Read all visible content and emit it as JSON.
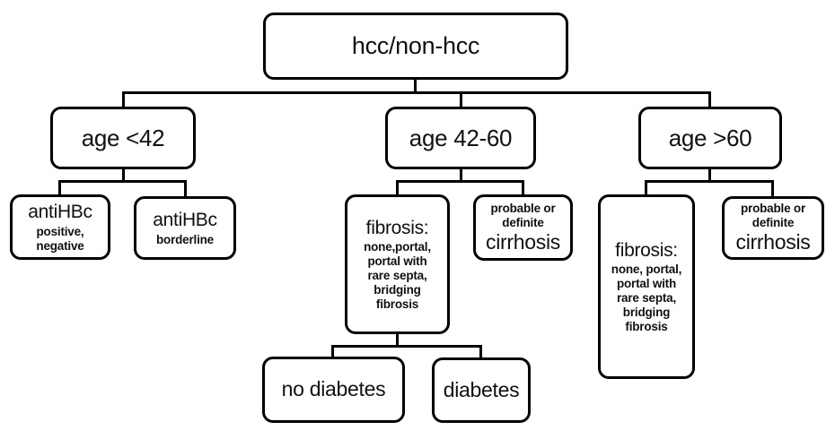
{
  "colors": {
    "border": "#000000",
    "background": "#ffffff",
    "text": "#111111"
  },
  "flowchart": {
    "root": {
      "label": "hcc/non-hcc"
    },
    "level1": [
      {
        "label": "age <42"
      },
      {
        "label": "age 42-60"
      },
      {
        "label": "age >60"
      }
    ],
    "level2": {
      "antihbc_pos_neg": {
        "title": "antiHBc",
        "detail": "positive,\nnegative"
      },
      "antihbc_borderline": {
        "title": "antiHBc",
        "detail": "borderline"
      },
      "fibrosis_mid": {
        "title": "fibrosis:",
        "detail": "none,portal,\nportal with\nrare septa,\nbridging\nfibrosis"
      },
      "cirrhosis_mid": {
        "pre": "probable or\ndefinite",
        "title": "cirrhosis"
      },
      "fibrosis_right": {
        "title": "fibrosis:",
        "detail": "none, portal,\nportal with\nrare septa,\nbridging\nfibrosis"
      },
      "cirrhosis_right": {
        "pre": "probable or\ndefinite",
        "title": "cirrhosis"
      }
    },
    "level3": {
      "no_diabetes": {
        "label": "no diabetes"
      },
      "diabetes": {
        "label": "diabetes"
      }
    }
  }
}
